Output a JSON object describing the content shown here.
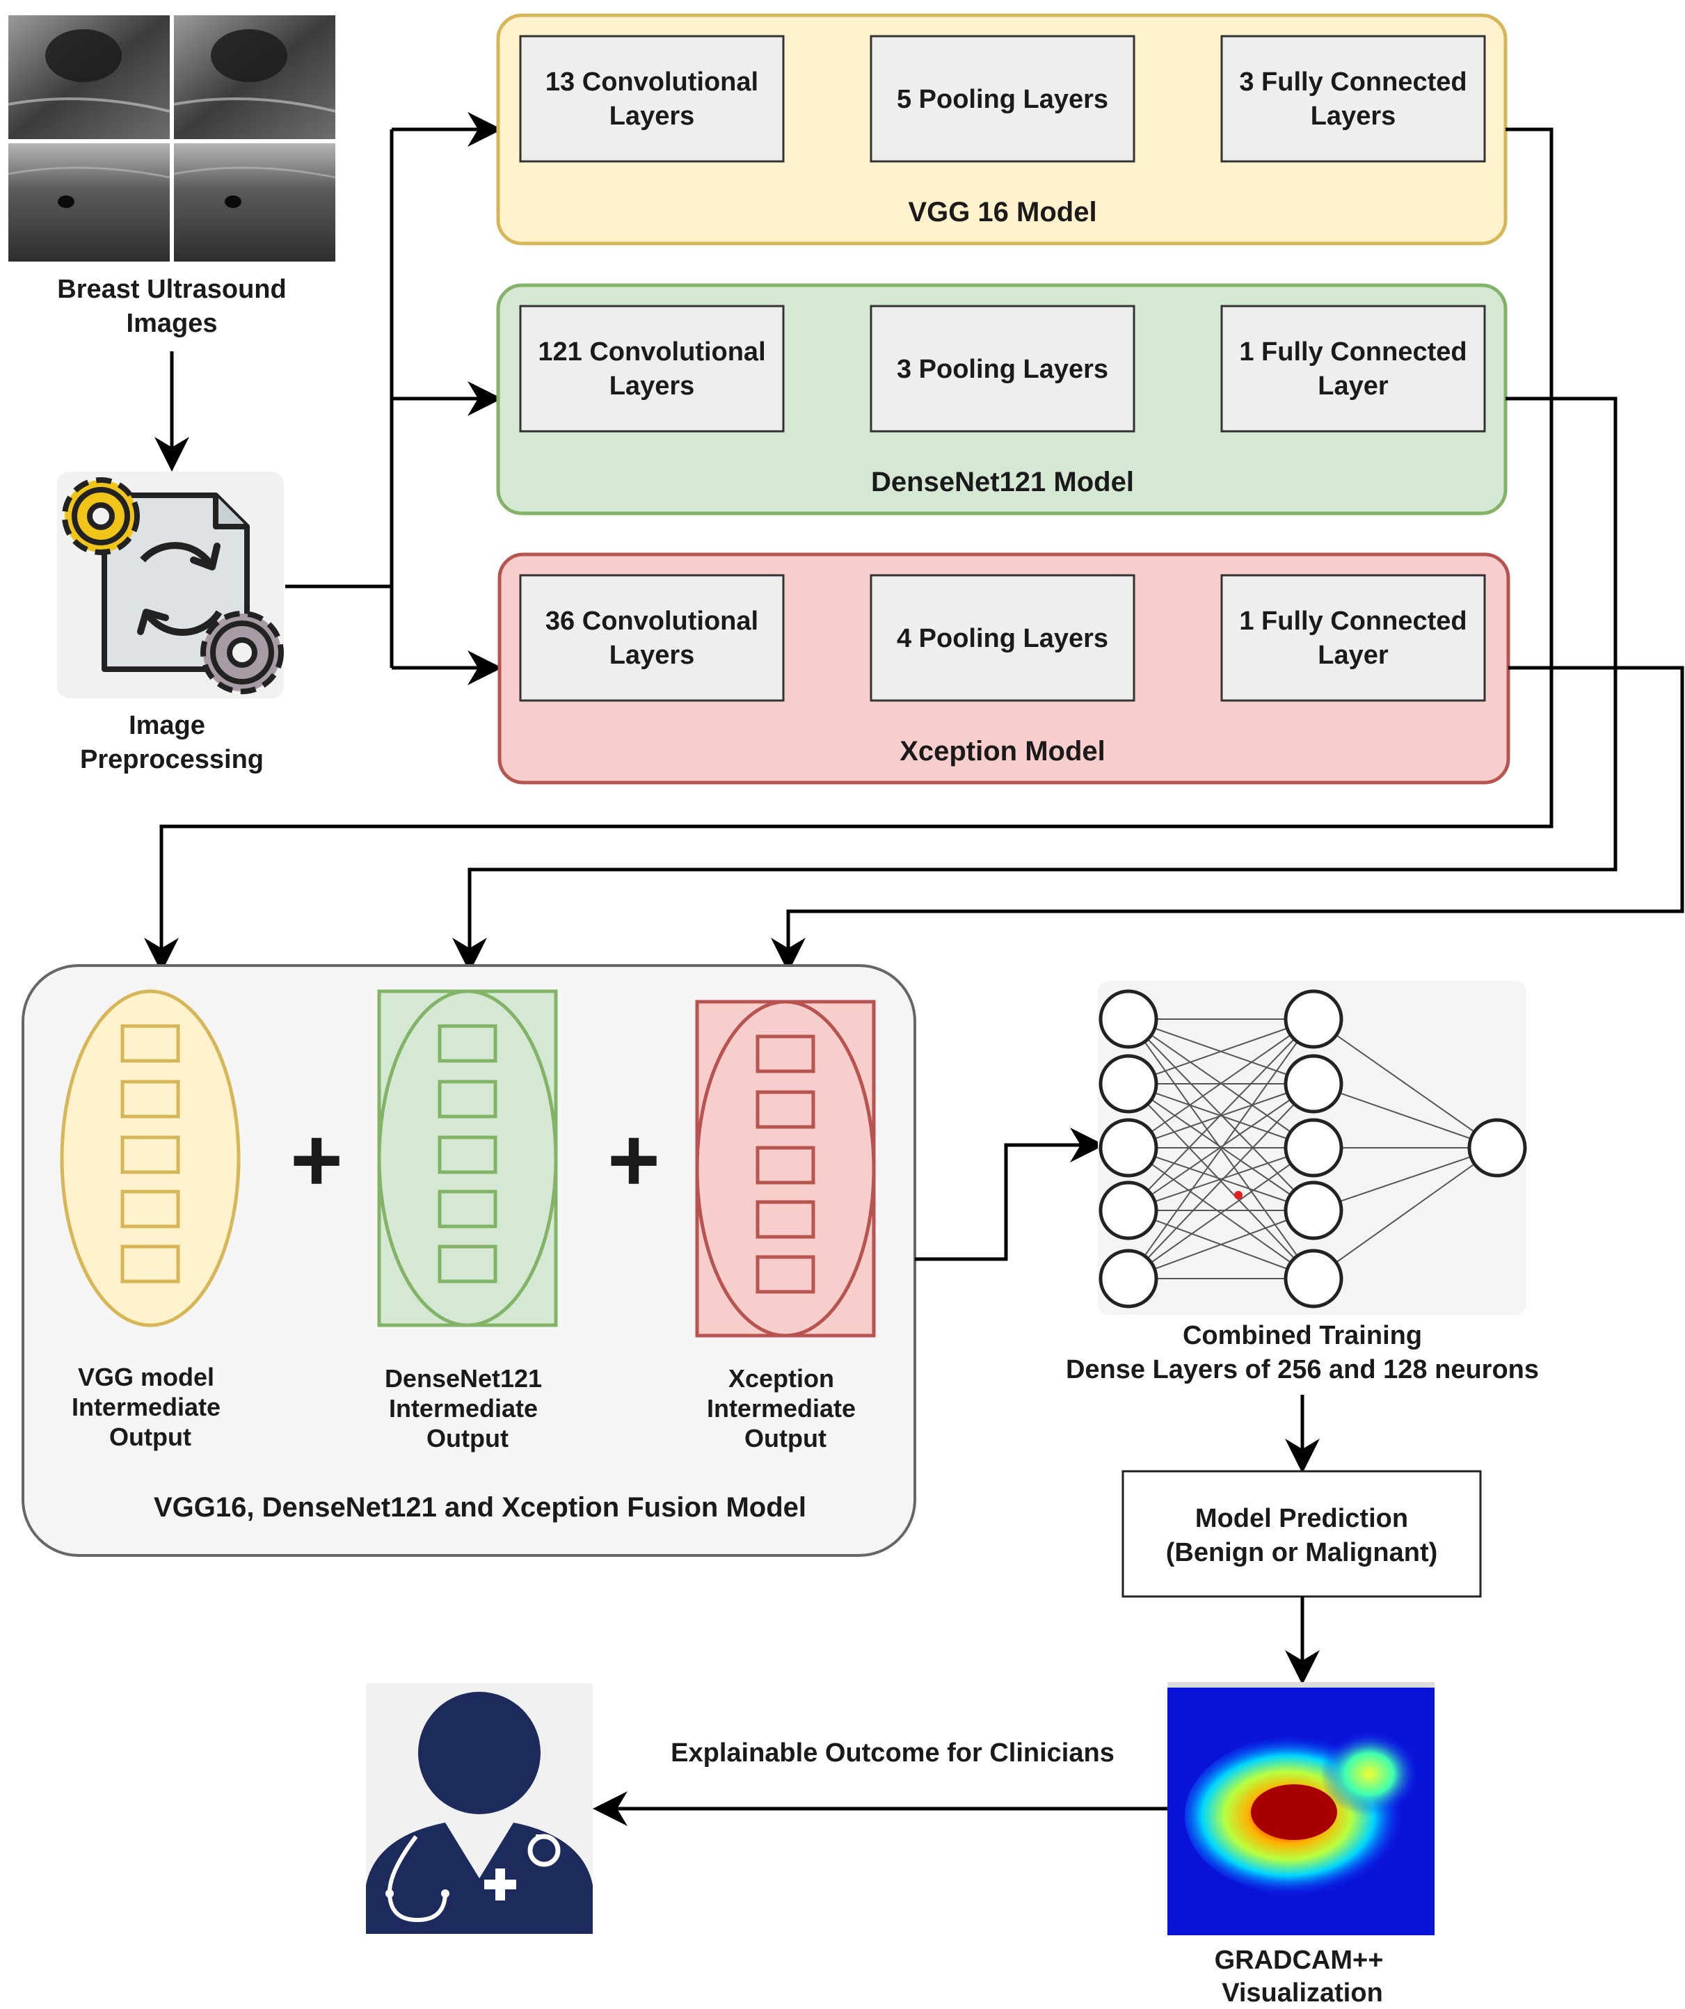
{
  "input": {
    "ultrasound_label_1": "Breast Ultrasound",
    "ultrasound_label_2": "Images",
    "preprocessing_label_1": "Image",
    "preprocessing_label_2": "Preprocessing"
  },
  "models": {
    "vgg": {
      "title": "VGG 16 Model",
      "fill": "#fff2cc",
      "stroke": "#d6b656",
      "conv_1": "13 Convolutional",
      "conv_2": "Layers",
      "pool": "5 Pooling Layers",
      "fc_1": "3 Fully Connected",
      "fc_2": "Layers"
    },
    "densenet": {
      "title": "DenseNet121 Model",
      "fill": "#d5e8d4",
      "stroke": "#82b366",
      "conv_1": "121 Convolutional",
      "conv_2": "Layers",
      "pool": "3 Pooling Layers",
      "fc_1": "1 Fully Connected",
      "fc_2": "Layer"
    },
    "xception": {
      "title": "Xception Model",
      "fill": "#f8cecc",
      "stroke": "#b85450",
      "conv_1": "36 Convolutional",
      "conv_2": "Layers",
      "pool": "4 Pooling Layers",
      "fc_1": "1 Fully Connected",
      "fc_2": "Layer"
    }
  },
  "fusion": {
    "title": "VGG16, DenseNet121 and Xception Fusion Model",
    "vgg_out_1": "VGG model",
    "vgg_out_2": "Intermediate",
    "vgg_out_3": "Output",
    "dense_out_1": "DenseNet121",
    "dense_out_2": "Intermediate",
    "dense_out_3": "Output",
    "xcep_out_1": "Xception",
    "xcep_out_2": "Intermediate",
    "xcep_out_3": "Output",
    "plus": "+"
  },
  "training": {
    "label_1": "Combined Training",
    "label_2": "Dense Layers of 256 and 128 neurons"
  },
  "prediction": {
    "label_1": "Model Prediction",
    "label_2": "(Benign or Malignant)"
  },
  "gradcam": {
    "label_1": "GRADCAM++",
    "label_2": "Visualization"
  },
  "outcome": {
    "label": "Explainable Outcome for Clinicians"
  },
  "icons": {
    "ultrasound": "ultrasound-images-icon",
    "preprocessing": "gear-document-icon",
    "network": "neural-network-icon",
    "heatmap": "gradcam-heatmap-icon",
    "clinician": "doctor-icon"
  }
}
